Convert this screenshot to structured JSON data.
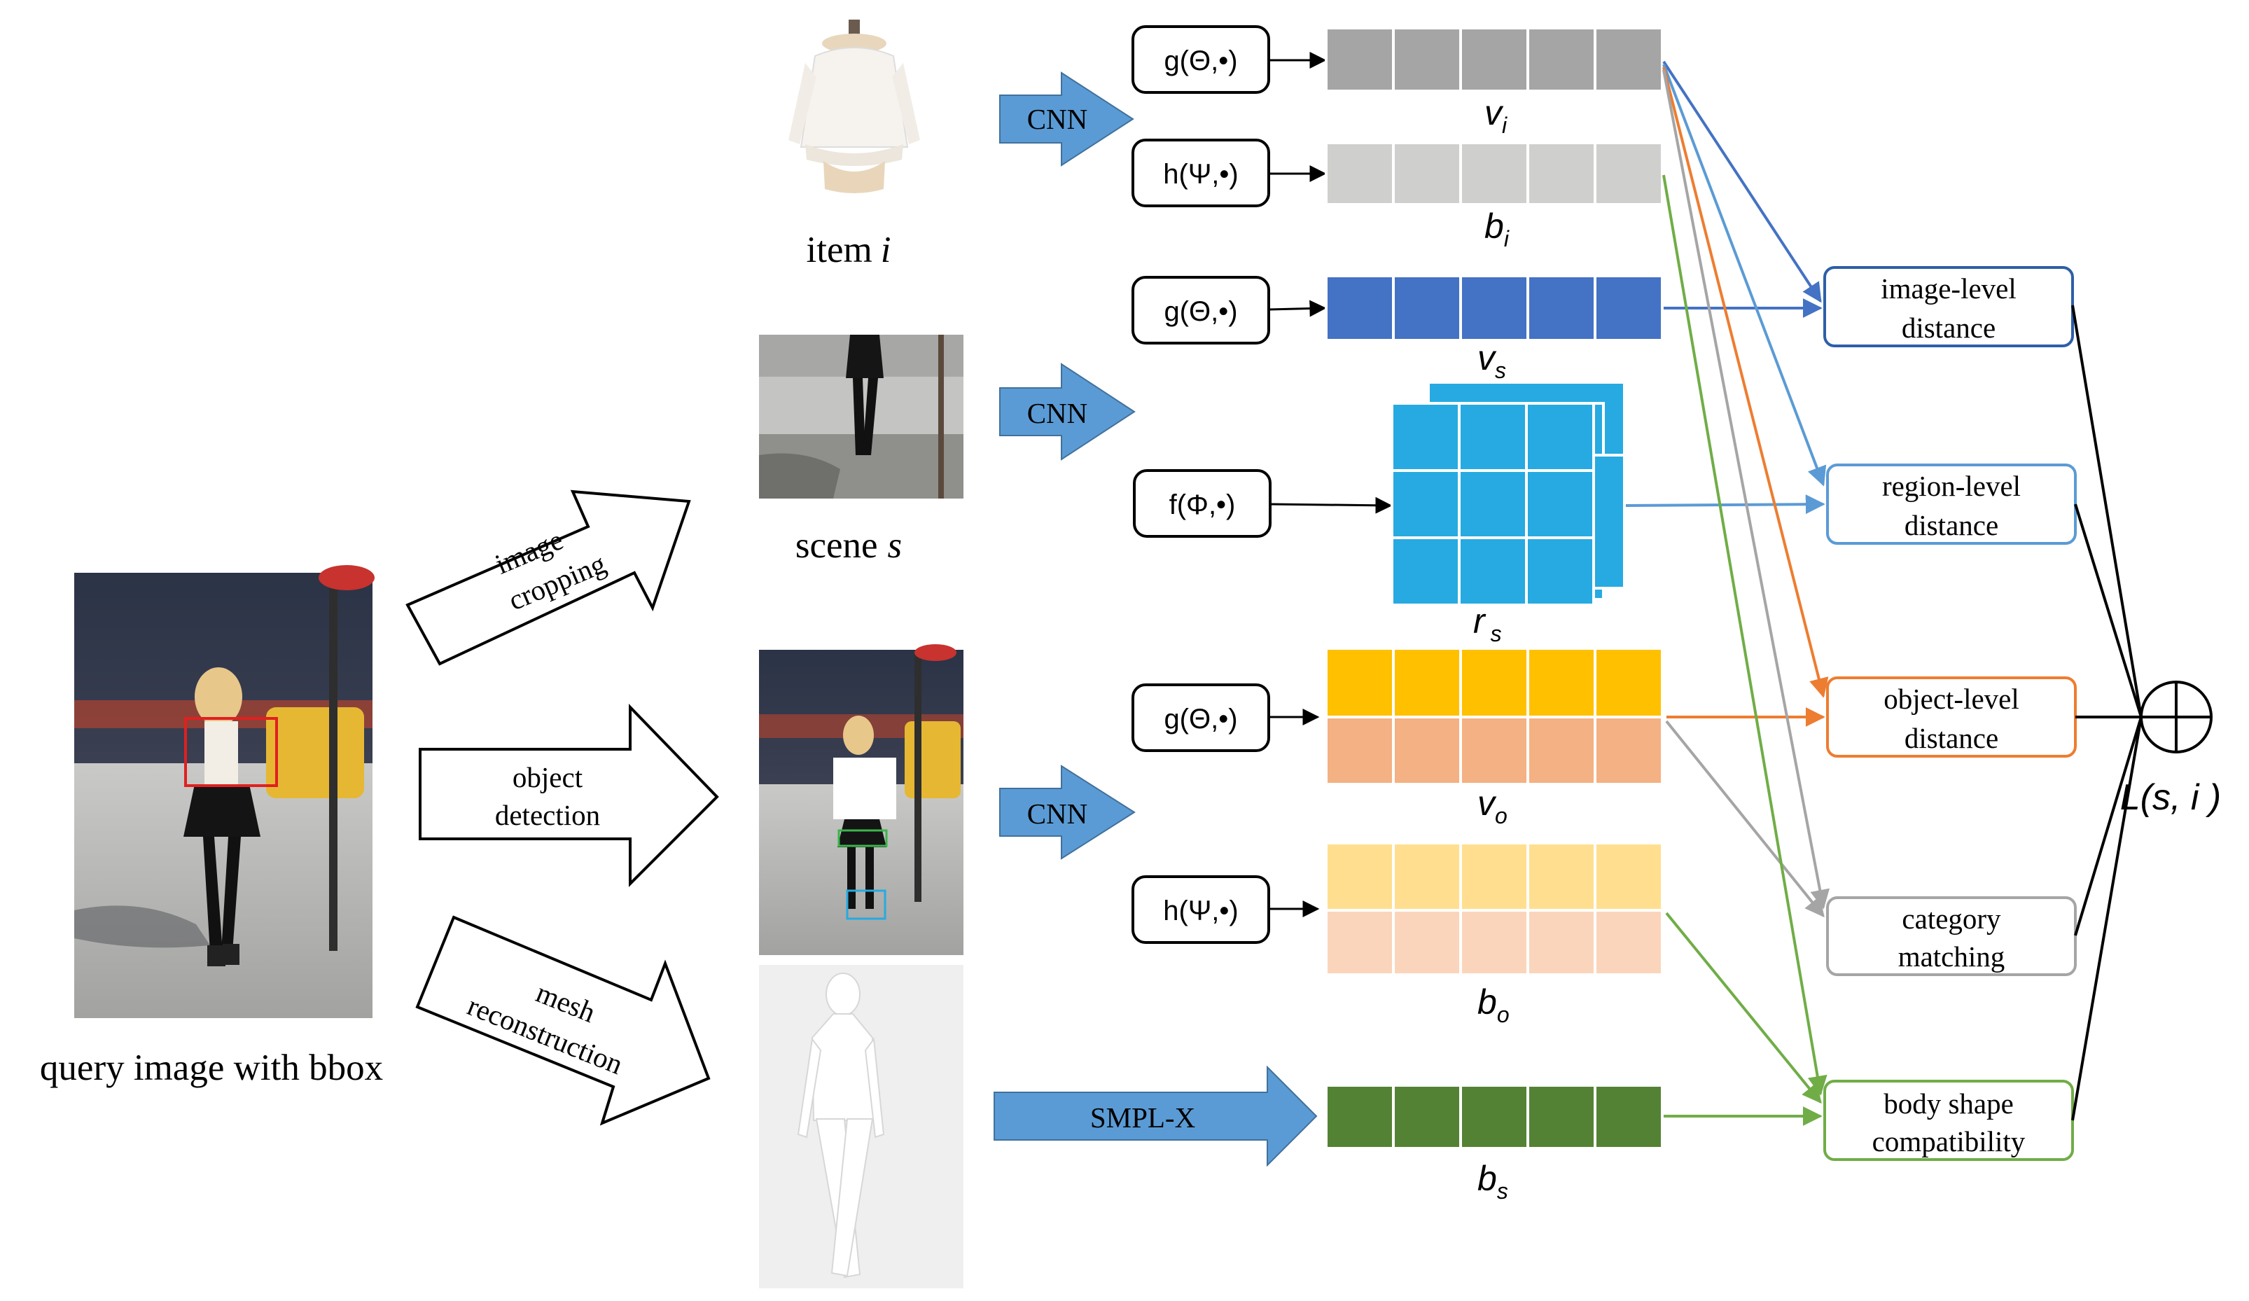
{
  "inputs": {
    "query_caption": "query image with bbox",
    "item_caption": "item",
    "item_var": "i",
    "scene_caption": "scene",
    "scene_var": "s"
  },
  "ops": {
    "cropping_line1": "image",
    "cropping_line2": "cropping",
    "detection_line1": "object",
    "detection_line2": "detection",
    "mesh_line1": "mesh",
    "mesh_line2": "reconstruction"
  },
  "encoders": {
    "cnn": "CNN",
    "smplx": "SMPL-X",
    "g_func": "g(Θ,•)",
    "h_func": "h(Ψ,•)",
    "f_func": "f(Φ,•)"
  },
  "features": {
    "v_i": [
      "v",
      "i"
    ],
    "b_i": [
      "b",
      "i"
    ],
    "v_s": [
      "v",
      "s"
    ],
    "r_s": [
      "r",
      "s"
    ],
    "v_o": [
      "v",
      "o"
    ],
    "b_o": [
      "b",
      "o"
    ],
    "b_s": [
      "b",
      "s"
    ]
  },
  "losses": {
    "image_level": [
      "image-level",
      "distance"
    ],
    "region_level": [
      "region-level",
      "distance"
    ],
    "object_level": [
      "object-level",
      "distance"
    ],
    "category": [
      "category",
      "matching"
    ],
    "body_shape": [
      "body shape",
      "compatibility"
    ]
  },
  "output": {
    "sum_symbol": "⊕",
    "loss_label": "L(s, i )"
  },
  "colors": {
    "cnn_blue": "#5b9bd5",
    "gray_dark": "#a5a5a5",
    "gray_light": "#cfcfcd",
    "navy": "#4472c4",
    "cyan": "#27aae1",
    "yellow": "#ffc000",
    "salmon": "#f4b183",
    "yellow_light": "#ffdf8f",
    "peach_light": "#fad5bb",
    "green": "#548235",
    "green_line": "#70ad47",
    "orange_line": "#ed7d31",
    "gray_line": "#a5a5a5",
    "red_bbox": "#e02020"
  }
}
